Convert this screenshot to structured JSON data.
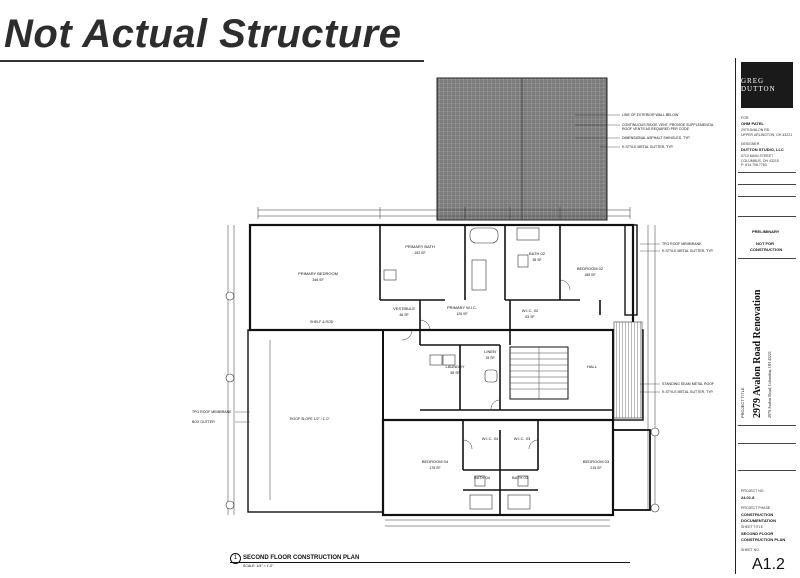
{
  "watermark": "Not Actual Structure",
  "title_block": {
    "firm_logo": "GREG DUTTON",
    "client_label": "FOR",
    "client_name": "OHM PATEL",
    "client_addr": "2979 AVALON RD\nUPPER ARLINGTON, OH 43221",
    "designer_label": "DESIGNER",
    "designer_name": "DUTTON STUDIO, LLC",
    "designer_addr": "5710 MAIN STREET\nCOLUMBUS, OH 43215\nP: 614.706.7760",
    "status": [
      "PRELIMINARY",
      "NOT FOR",
      "CONSTRUCTION"
    ],
    "project_label": "PROJECT TITLE",
    "project_name": "2979 Avalon Road Renovation",
    "project_addr": "2979 Avalon Road, Columbus, OH 43221",
    "project_no_label": "PROJECT NO.",
    "project_no": "24.01.8",
    "phase_label": "PROJECT PHASE",
    "phase": [
      "CONSTRUCTION",
      "DOCUMENTATION"
    ],
    "sheet_title_label": "SHEET TITLE",
    "sheet_title": [
      "SECOND FLOOR",
      "CONSTRUCTION PLAN"
    ],
    "sheet_no_label": "SHEET NO.",
    "sheet_no": "A1.2"
  },
  "drawing": {
    "number": "1",
    "title": "SECOND FLOOR CONSTRUCTION PLAN",
    "scale": "SCALE: 1/4\" = 1'-0\""
  },
  "rooms": [
    {
      "name": "PRIMARY BEDROOM",
      "area": "346 SF"
    },
    {
      "name": "PRIMARY BATH",
      "area": "152 SF"
    },
    {
      "name": "VESTIBULE",
      "area": "46 SF"
    },
    {
      "name": "PRIMARY W.I.C.",
      "area": "126 SF"
    },
    {
      "name": "BATH 02",
      "area": "38 SF"
    },
    {
      "name": "BEDROOM 02",
      "area": "185 SF"
    },
    {
      "name": "W.I.C. 02",
      "area": "63 SF"
    },
    {
      "name": "LINEN",
      "area": "15 SF"
    },
    {
      "name": "LAUNDRY",
      "area": "58 SF"
    },
    {
      "name": "HALL",
      "area": ""
    },
    {
      "name": "W.I.C. 04",
      "area": ""
    },
    {
      "name": "W.I.C. 03",
      "area": ""
    },
    {
      "name": "BEDROOM 04",
      "area": "176 SF"
    },
    {
      "name": "BEDROOM 03",
      "area": "215 SF"
    },
    {
      "name": "BATH 04",
      "area": ""
    },
    {
      "name": "BATH 03",
      "area": ""
    }
  ],
  "notes": {
    "roof_top": [
      "LINE OF EXTERIOR WALL BELOW",
      "CONTINUOUS RIDGE VENT, PROVIDE SUPPLEMENTAL",
      "ROOF VENTS AS REQUIRED PER CODE",
      "DIMENSIONAL ASPHALT SHINGLES, TYP.",
      "K-STYLE METAL GUTTER, TYP."
    ],
    "tpo_right": "TPO ROOF MEMBRANE",
    "gutter_right": "K-STYLE METAL GUTTER, TYP.",
    "standing_seam": "STANDING SEAM METAL ROOF",
    "gutter_right2": "K-STYLE METAL GUTTER, TYP.",
    "tpo_left": "TPO ROOF MEMBRANE",
    "box_gutter": "BOX GUTTER",
    "roof_slope": "ROOF SLOPE 1/2\" / 1'-0\"",
    "shelf": "SHELF & ROD"
  }
}
